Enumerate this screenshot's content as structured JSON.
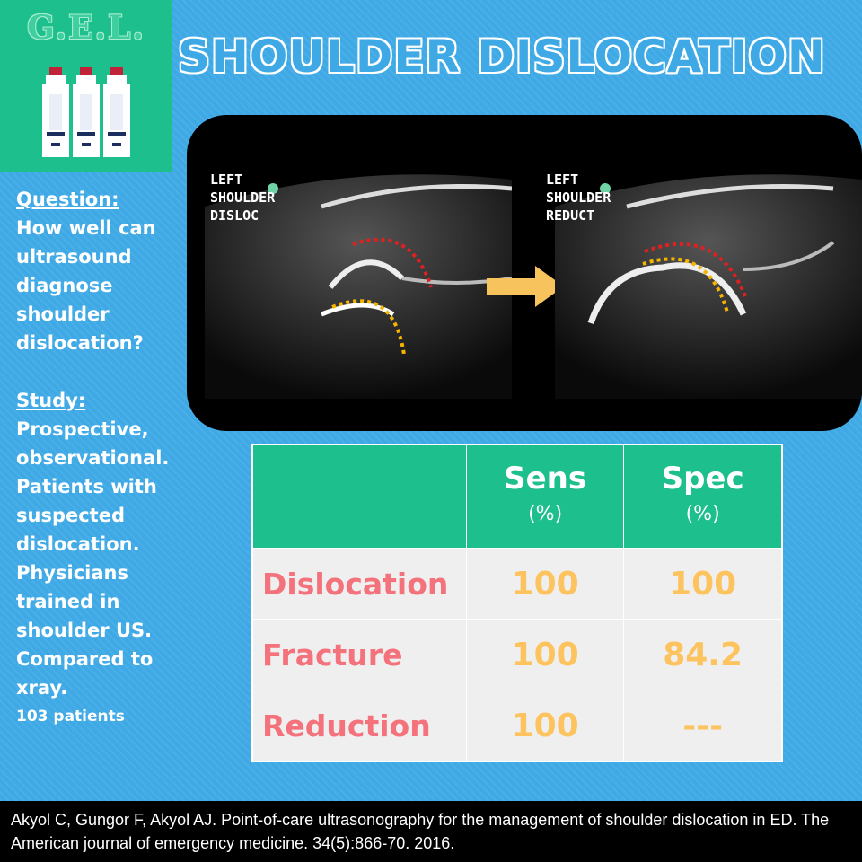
{
  "logo": {
    "text": "G.E.L.",
    "icon": "iv-bag-icon"
  },
  "title": "SHOULDER DISLOCATION",
  "question": {
    "heading": "Question:",
    "text": "How well can ultrasound diagnose shoulder dislocation?"
  },
  "study": {
    "heading": "Study:",
    "lines": [
      "Prospective, observational.",
      "Patients with suspected dislocation.",
      "Physicians trained in shoulder US.",
      "Compared to xray."
    ],
    "patients": "103 patients"
  },
  "ultrasound": {
    "left_label": "LEFT\nSHOULDER\nDISLOC",
    "right_label": "LEFT\nSHOULDER\nREDUCT",
    "arrow": "arrow-right-icon"
  },
  "table": {
    "headers": [
      {
        "label": "Sens",
        "unit": "(%)"
      },
      {
        "label": "Spec",
        "unit": "(%)"
      }
    ],
    "rows": [
      {
        "label": "Dislocation",
        "sens": "100",
        "spec": "100"
      },
      {
        "label": "Fracture",
        "sens": "100",
        "spec": "84.2"
      },
      {
        "label": "Reduction",
        "sens": "100",
        "spec": "---"
      }
    ]
  },
  "citation": "Akyol C, Gungor F, Akyol AJ. Point-of-care ultrasonography for the management of shoulder dislocation in ED. The American journal of emergency medicine. 34(5):866-70. 2016.",
  "colors": {
    "background": "#3fa9e6",
    "green": "#1dbf8c",
    "red": "#f4727c",
    "yellow": "#fdc35e"
  }
}
